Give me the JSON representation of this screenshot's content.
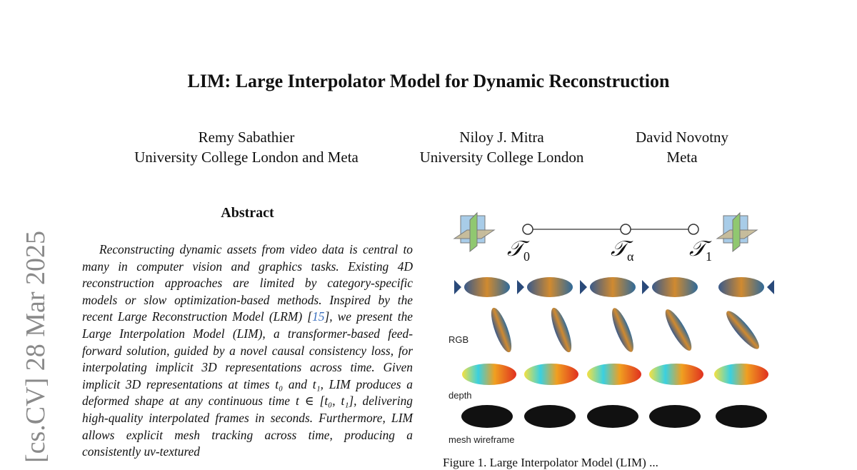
{
  "title": "LIM: Large Interpolator Model for Dynamic Reconstruction",
  "authors": [
    {
      "name": "Remy Sabathier",
      "affiliation": "University College London and Meta"
    },
    {
      "name": "Niloy J. Mitra",
      "affiliation": "University College London"
    },
    {
      "name": "David Novotny",
      "affiliation": "Meta"
    }
  ],
  "watermark": "[cs.CV]  28 Mar 2025",
  "abstract": {
    "heading": "Abstract",
    "text_before_cite": "Reconstructing dynamic assets from video data is central to many in computer vision and graphics tasks. Existing 4D reconstruction approaches are limited by category-specific models or slow optimization-based methods. Inspired by the recent Large Reconstruction Model (LRM) [",
    "cite": "15",
    "text_after_cite": "], we present the Large Interpolation Model (LIM), a transformer-based feed-forward solution, guided by a novel causal consistency loss, for interpolating implicit 3D representations across time. Given implicit 3D representations at times t₀ and t₁, LIM produces a deformed shape at any continuous time t ∈ [t₀, t₁], delivering high-quality interpolated frames in seconds. Furthermore, LIM allows explicit mesh tracking across time, producing a consistently uv-textured"
  },
  "figure": {
    "timeline_labels": [
      "T0",
      "Tα",
      "T1"
    ],
    "row_labels": [
      "RGB",
      "depth",
      "mesh wireframe"
    ]
  },
  "caption": "Figure 1. Large Interpolator Model (LIM) ..."
}
